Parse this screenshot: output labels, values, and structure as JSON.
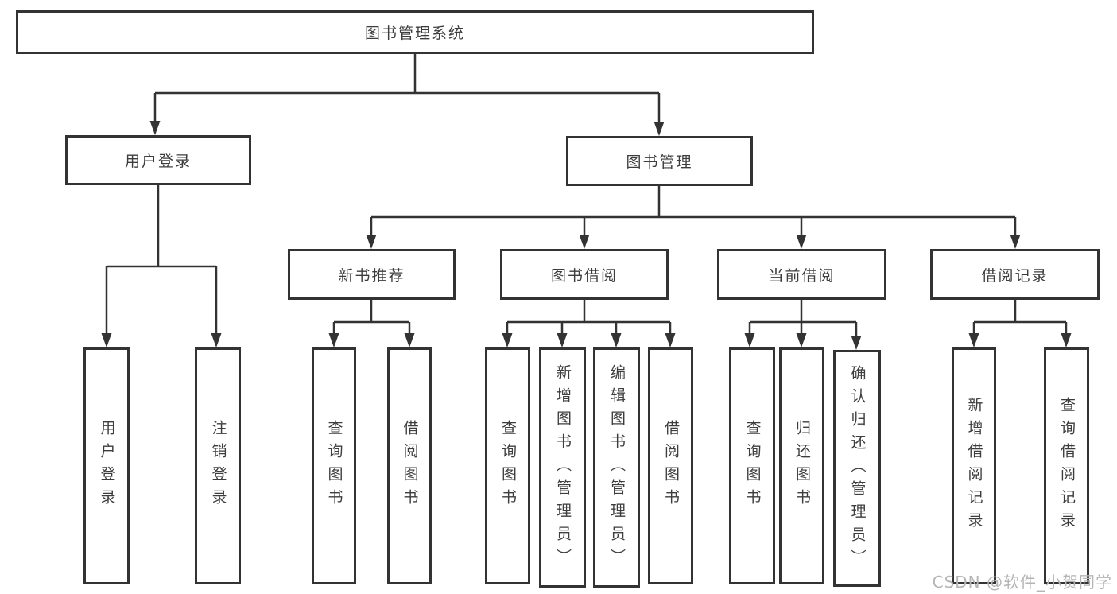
{
  "diagram": {
    "type": "hierarchy-tree",
    "root_label": "图书管理系统",
    "nodes": {
      "root": "图书管理系统",
      "user_login": "用户登录",
      "book_mgmt": "图书管理",
      "new_book_rec": "新书推荐",
      "book_borrow": "图书借阅",
      "current_borrow": "当前借阅",
      "borrow_record": "借阅记录",
      "leaf_user_login": "用户登录",
      "leaf_logout": "注销登录",
      "leaf_query_book_1": "查询图书",
      "leaf_borrow_book_1": "借阅图书",
      "leaf_query_book_2": "查询图书",
      "leaf_add_book": "新增图书（管理员）",
      "leaf_edit_book": "编辑图书（管理员）",
      "leaf_borrow_book_2": "借阅图书",
      "leaf_query_book_3": "查询图书",
      "leaf_return_book": "归还图书",
      "leaf_confirm_return": "确认归还（管理员）",
      "leaf_add_record": "新增借阅记录",
      "leaf_query_record": "查询借阅记录"
    },
    "hierarchy": {
      "图书管理系统": {
        "用户登录": [
          "用户登录",
          "注销登录"
        ],
        "图书管理": {
          "新书推荐": [
            "查询图书",
            "借阅图书"
          ],
          "图书借阅": [
            "查询图书",
            "新增图书（管理员）",
            "编辑图书（管理员）",
            "借阅图书"
          ],
          "当前借阅": [
            "查询图书",
            "归还图书",
            "确认归还（管理员）"
          ],
          "借阅记录": [
            "新增借阅记录",
            "查询借阅记录"
          ]
        }
      }
    },
    "colors": {
      "line": "#333333",
      "box_border": "#333333",
      "box_fill": "#ffffff",
      "text": "#3d3d3d",
      "background": "#ffffff",
      "watermark": "#b5b5b5"
    }
  },
  "watermark": {
    "text": "CSDN @软件_小贺同学"
  }
}
